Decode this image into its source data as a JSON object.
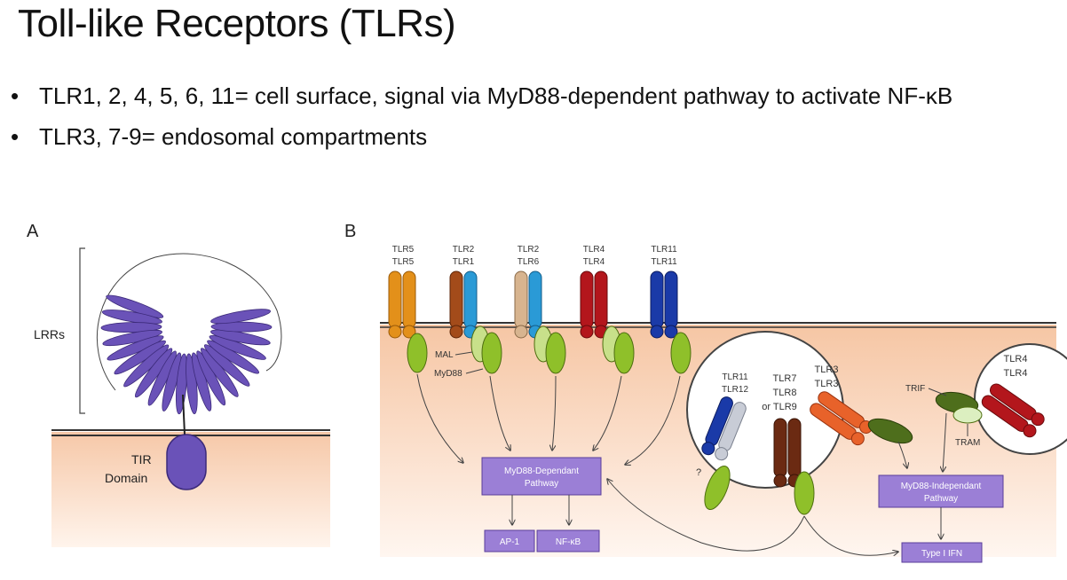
{
  "slide": {
    "title": "Toll-like Receptors (TLRs)",
    "bullets": [
      "TLR1, 2, 4, 5, 6, 11= cell surface, signal via MyD88-dependent pathway to activate NF-κB",
      "TLR3, 7-9= endosomal compartments"
    ],
    "bullet_symbol": "•"
  },
  "figure": {
    "panel_a": {
      "label": "A",
      "lrr_label": "LRRs",
      "tir_label_1": "TIR",
      "tir_label_2": "Domain"
    },
    "panel_b": {
      "label": "B",
      "surface_receptors": [
        {
          "top": "TLR5",
          "bottom": "TLR5"
        },
        {
          "top": "TLR2",
          "bottom": "TLR1"
        },
        {
          "top": "TLR2",
          "bottom": "TLR6"
        },
        {
          "top": "TLR4",
          "bottom": "TLR4"
        },
        {
          "top": "TLR11",
          "bottom": "TLR11"
        }
      ],
      "adaptor_mal": "MAL",
      "adaptor_myd88": "MyD88",
      "endo_tlr11": "TLR11",
      "endo_tlr12": "TLR12",
      "endo_tlr7": "TLR7",
      "endo_tlr8": "TLR8",
      "endo_tlr9": "or TLR9",
      "endo_tlr3a": "TLR3",
      "endo_tlr3b": "TLR3",
      "question": "?",
      "tlr4_endo_a": "TLR4",
      "tlr4_endo_b": "TLR4",
      "trif": "TRIF",
      "tram": "TRAM",
      "box_myd88_dep_1": "MyD88-Dependant",
      "box_myd88_dep_2": "Pathway",
      "box_ap1": "AP-1",
      "box_nfkb": "NF-κB",
      "box_myd88_indep_1": "MyD88-Independant",
      "box_myd88_indep_2": "Pathway",
      "box_ifn": "Type I IFN"
    },
    "colors": {
      "membrane_fill": "#f8d9c3",
      "lrr_purple": "#6a52b8",
      "box_purple": "#9b7fd6",
      "adaptor_green": "#8fc02a",
      "tlr5_orange": "#e3901a",
      "tlr_brown": "#a34b1a",
      "tlr_lightblue": "#2a9ad6",
      "tlr_tan": "#d7b48f",
      "tlr_red": "#b3161c",
      "tlr_navy": "#1a3aa8",
      "tlr3_orange": "#e8622a",
      "trif_olive": "#4e6e1c",
      "endo_brown": "#6b2a12"
    }
  }
}
